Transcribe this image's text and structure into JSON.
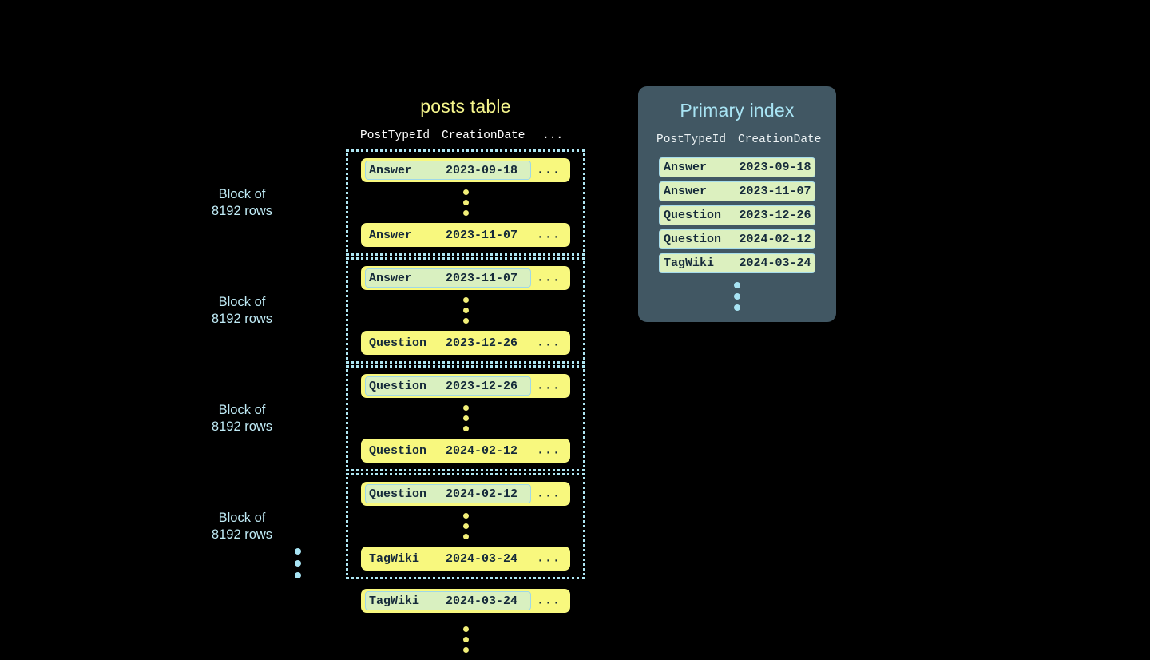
{
  "background_color": "#000000",
  "colors": {
    "row_yellow": "#f8f87e",
    "highlight_mint": "#d9f0c0",
    "highlight_border": "#9fd8e8",
    "dotted_border": "#aee6f2",
    "title_yellow": "#f5f58c",
    "panel_bg": "#415763",
    "panel_title_blue": "#a8e4f4",
    "label_blue": "#bfeaf5",
    "text_dark": "#152a3a",
    "dot_yellow": "#f2ef78",
    "dot_blue": "#a8e4f4"
  },
  "posts_table": {
    "title": "posts table",
    "columns": [
      "PostTypeId",
      "CreationDate",
      "..."
    ],
    "ellipsis": "...",
    "blocks": [
      {
        "label": "Block of\n8192 rows",
        "first_row": {
          "post_type_id": "Answer",
          "creation_date": "2023-09-18",
          "ellipsis": "...",
          "highlighted": true
        },
        "last_row": {
          "post_type_id": "Answer",
          "creation_date": "2023-11-07",
          "ellipsis": "...",
          "highlighted": false
        }
      },
      {
        "label": "Block of\n8192 rows",
        "first_row": {
          "post_type_id": "Answer",
          "creation_date": "2023-11-07",
          "ellipsis": "...",
          "highlighted": true
        },
        "last_row": {
          "post_type_id": "Question",
          "creation_date": "2023-12-26",
          "ellipsis": "...",
          "highlighted": false
        }
      },
      {
        "label": "Block of\n8192 rows",
        "first_row": {
          "post_type_id": "Question",
          "creation_date": "2023-12-26",
          "ellipsis": "...",
          "highlighted": true
        },
        "last_row": {
          "post_type_id": "Question",
          "creation_date": "2024-02-12",
          "ellipsis": "...",
          "highlighted": false
        }
      },
      {
        "label": "Block of\n8192 rows",
        "first_row": {
          "post_type_id": "Question",
          "creation_date": "2024-02-12",
          "ellipsis": "...",
          "highlighted": true
        },
        "last_row": {
          "post_type_id": "TagWiki",
          "creation_date": "2024-03-24",
          "ellipsis": "...",
          "highlighted": false
        }
      }
    ],
    "tail_row": {
      "post_type_id": "TagWiki",
      "creation_date": "2024-03-24",
      "ellipsis": "...",
      "highlighted": true
    }
  },
  "primary_index": {
    "title": "Primary index",
    "columns": [
      "PostTypeId",
      "CreationDate"
    ],
    "rows": [
      {
        "post_type_id": "Answer",
        "creation_date": "2023-09-18"
      },
      {
        "post_type_id": "Answer",
        "creation_date": "2023-11-07"
      },
      {
        "post_type_id": "Question",
        "creation_date": "2023-12-26"
      },
      {
        "post_type_id": "Question",
        "creation_date": "2024-02-12"
      },
      {
        "post_type_id": "TagWiki",
        "creation_date": "2024-03-24"
      }
    ]
  }
}
